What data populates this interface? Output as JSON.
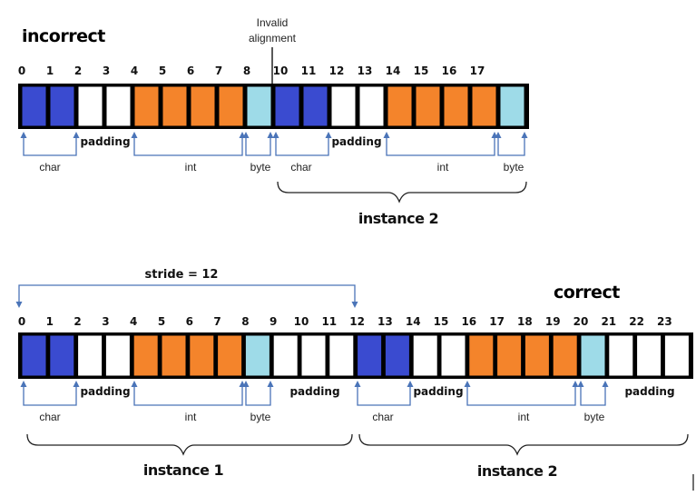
{
  "colors": {
    "char": "#3a4bd0",
    "padding": "#ffffff",
    "int": "#f4842b",
    "byte": "#9edbe8",
    "bar": "#000000",
    "bracket": "#4a74b8"
  },
  "incorrect": {
    "title": "incorrect",
    "note_line1": "Invalid",
    "note_line2": "alignment",
    "indices": [
      "0",
      "1",
      "2",
      "3",
      "4",
      "5",
      "6",
      "7",
      "8",
      "10",
      "11",
      "12",
      "13",
      "14",
      "15",
      "16",
      "17"
    ],
    "cells": [
      "char",
      "char",
      "padding",
      "padding",
      "int",
      "int",
      "int",
      "int",
      "byte",
      "char",
      "char",
      "padding",
      "padding",
      "int",
      "int",
      "int",
      "int",
      "byte"
    ],
    "labels": [
      {
        "text": "char"
      },
      {
        "text": "padding"
      },
      {
        "text": "int"
      },
      {
        "text": "byte"
      },
      {
        "text": "char"
      },
      {
        "text": "padding"
      },
      {
        "text": "int"
      },
      {
        "text": "byte"
      }
    ],
    "instance_label": "instance 2"
  },
  "correct": {
    "title": "correct",
    "stride_label": "stride = 12",
    "indices": [
      "0",
      "1",
      "2",
      "3",
      "4",
      "5",
      "6",
      "7",
      "8",
      "9",
      "10",
      "11",
      "12",
      "13",
      "14",
      "15",
      "16",
      "17",
      "18",
      "19",
      "20",
      "21",
      "22",
      "23"
    ],
    "cells": [
      "char",
      "char",
      "padding",
      "padding",
      "int",
      "int",
      "int",
      "int",
      "byte",
      "padding",
      "padding",
      "padding",
      "char",
      "char",
      "padding",
      "padding",
      "int",
      "int",
      "int",
      "int",
      "byte",
      "padding",
      "padding",
      "padding"
    ],
    "labels": [
      {
        "text": "char"
      },
      {
        "text": "padding"
      },
      {
        "text": "int"
      },
      {
        "text": "byte"
      },
      {
        "text": "padding"
      },
      {
        "text": "char"
      },
      {
        "text": "padding"
      },
      {
        "text": "int"
      },
      {
        "text": "byte"
      },
      {
        "text": "padding"
      }
    ],
    "instance1_label": "instance 1",
    "instance2_label": "instance 2"
  }
}
